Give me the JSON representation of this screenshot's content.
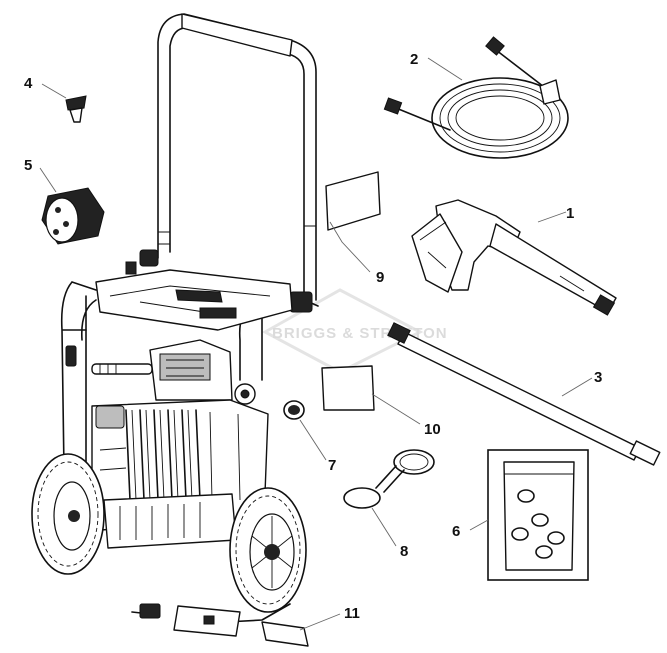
{
  "watermark": "BRIGGS & STRATTON",
  "callouts": [
    {
      "id": "1",
      "label": "1"
    },
    {
      "id": "2",
      "label": "2"
    },
    {
      "id": "3",
      "label": "3"
    },
    {
      "id": "4",
      "label": "4"
    },
    {
      "id": "5",
      "label": "5"
    },
    {
      "id": "6",
      "label": "6"
    },
    {
      "id": "7",
      "label": "7"
    },
    {
      "id": "8",
      "label": "8"
    },
    {
      "id": "9",
      "label": "9"
    },
    {
      "id": "10",
      "label": "10"
    },
    {
      "id": "11",
      "label": "11"
    }
  ]
}
